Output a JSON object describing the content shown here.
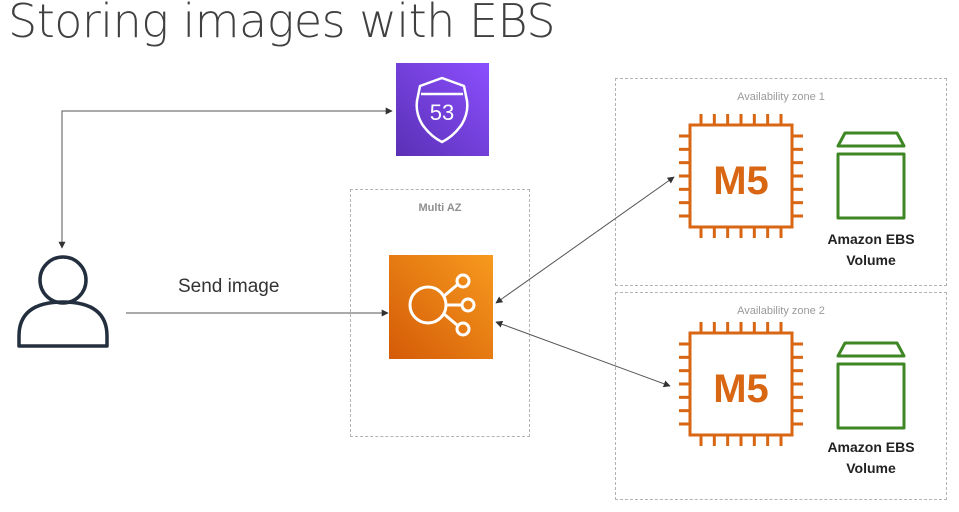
{
  "title": "Storing images with EBS",
  "multi_az": {
    "label": "Multi AZ"
  },
  "az1": {
    "label": "Availability zone 1",
    "instance_text": "M5",
    "volume_label_1": "Amazon EBS",
    "volume_label_2": "Volume"
  },
  "az2": {
    "label": "Availability zone 2",
    "instance_text": "M5",
    "volume_label_1": "Amazon EBS",
    "volume_label_2": "Volume"
  },
  "route53": {
    "text": "53",
    "icon": "route53-shield-icon"
  },
  "send_image_label": "Send image",
  "colors": {
    "route53_top": "#8c4fff",
    "route53_bottom": "#5a30b5",
    "elb_top": "#f79a1e",
    "elb_bottom": "#d45b07",
    "ec2_orange": "#d86613",
    "ebs_green": "#3f8624",
    "user_stroke": "#232f3e",
    "arrow": "#555555"
  }
}
